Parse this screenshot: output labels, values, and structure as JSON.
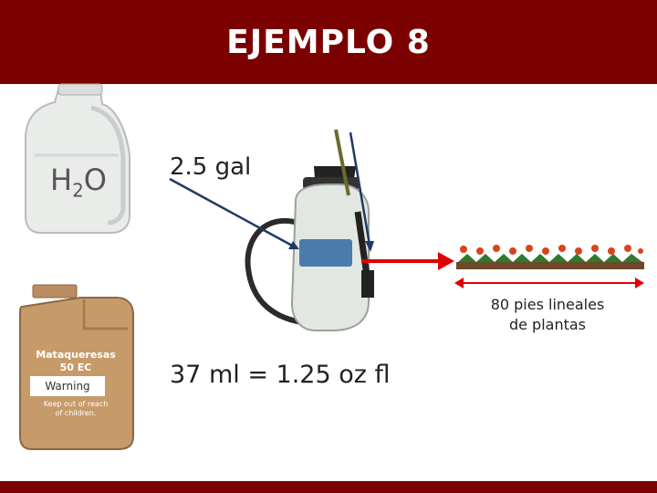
{
  "title": "EJEMPLO 8",
  "water": {
    "label_main": "H",
    "label_sub": "2",
    "label_end": "O",
    "amount": "2.5 gal"
  },
  "pesticide": {
    "product_name_line1": "Mataqueresas",
    "product_name_line2": "50 EC",
    "warning": "Warning",
    "keep_out_line1": "Keep out of reach",
    "keep_out_line2": "of children.",
    "amount": "37 ml = 1.25 oz fl"
  },
  "plants": {
    "label_line1": "80 pies lineales",
    "label_line2": "de plantas"
  },
  "colors": {
    "title_bar": "#7b0000",
    "blue_arrow": "#1f3a64",
    "red_arrow": "#e00000"
  }
}
